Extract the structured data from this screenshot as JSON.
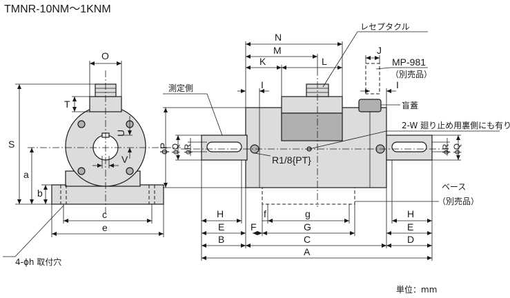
{
  "title": "TMNR-10NM～1KNM",
  "unit_label": "単位：mm",
  "callouts": {
    "receptacle": "レセプタクル",
    "mp981": "MP-981",
    "mp981_note": "（別売品）",
    "blind_cap": "盲蓋",
    "measure_side": "測定側",
    "anti_rotation": "2-W 廻り止め用裏側にも有り",
    "thread": "R1/8{PT}",
    "base": "ベース",
    "base_note": "（別売品）",
    "mount_holes": "4-ϕh 取付穴"
  },
  "dims": {
    "O": "O",
    "T": "T",
    "S": "S",
    "a": "a",
    "b": "b",
    "U": "U",
    "V": "V",
    "c": "c",
    "e": "e",
    "N": "N",
    "M": "M",
    "K": "K",
    "L": "L",
    "J": "J",
    "I_left": "I",
    "I_right": "I",
    "phiP": "ϕP",
    "phiQ_left": "ϕQ",
    "phiR_left": "ϕR",
    "phiR_right": "ϕR",
    "phiQ_right": "ϕQ",
    "H_left": "H",
    "E_left": "E",
    "B": "B",
    "F": "F",
    "f": "f",
    "g": "g",
    "G": "G",
    "C": "C",
    "H_right": "H",
    "E_right": "E",
    "D": "D",
    "A": "A"
  }
}
